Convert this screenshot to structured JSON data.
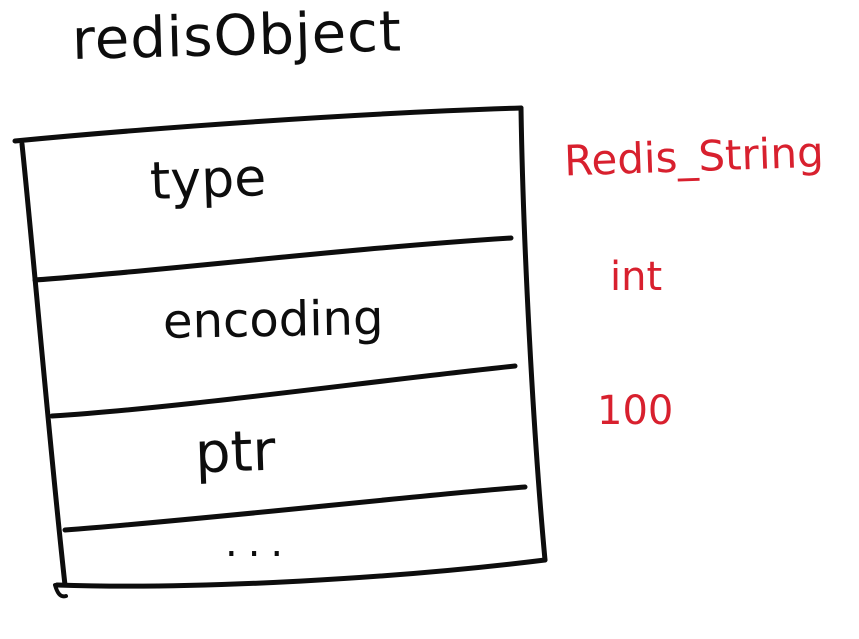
{
  "diagram": {
    "title": "redisObject",
    "fields": [
      {
        "label": "type",
        "value": "Redis_String"
      },
      {
        "label": "encoding",
        "value": "int"
      },
      {
        "label": "ptr",
        "value": "100"
      },
      {
        "label": "...",
        "value": ""
      }
    ]
  },
  "colors": {
    "ink": "#0d0d0d",
    "annotation": "#d8202e",
    "background": "#ffffff"
  }
}
